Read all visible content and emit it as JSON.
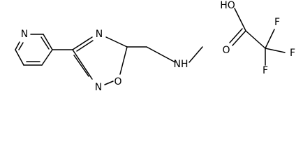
{
  "structure": {
    "atoms": {
      "pyridine_n": "N",
      "oxadiazole_n4": "N",
      "oxadiazole_n2": "N",
      "oxadiazole_o1": "O",
      "amine_nh": "NH",
      "acid_oh": "HO",
      "acid_o": "O",
      "fluorine_top": "F",
      "fluorine_right": "F",
      "fluorine_bottom": "F"
    }
  },
  "colors": {
    "bond": "#000000",
    "label": "#000000",
    "background": "#ffffff"
  }
}
